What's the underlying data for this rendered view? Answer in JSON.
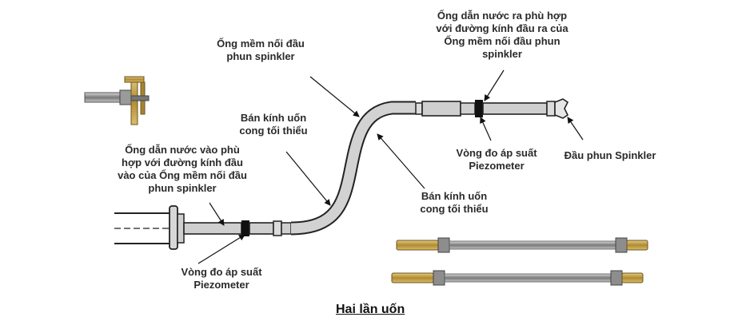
{
  "labels": {
    "hose_top": "Ống mềm nối đầu\nphun spinkler",
    "outlet_pipe": "Ống dẫn nước ra phù hợp\nvới đường kính đầu ra của\nỐng mềm nối đầu phun\nspinkler",
    "radius_1": "Bán kính uốn\ncong tối thiểu",
    "radius_2": "Bán kính uốn\ncong tối thiểu",
    "inlet_pipe": "Ống dẫn nước vào phù\nhợp với đường kính đầu\nvào của Ống mềm nối đầu\nphun spinkler",
    "ring_right": "Vòng đo áp suất\nPiezometer",
    "ring_left": "Vòng đo áp suất\nPiezometer",
    "sprinkler_head": "Đầu phun Spinkler"
  },
  "caption": "Hai lần uốn",
  "colors": {
    "pipe_fill": "#cfcfcf",
    "outline": "#333333",
    "hose_metal": "#8e8e8e",
    "brass": "#b8943a"
  }
}
